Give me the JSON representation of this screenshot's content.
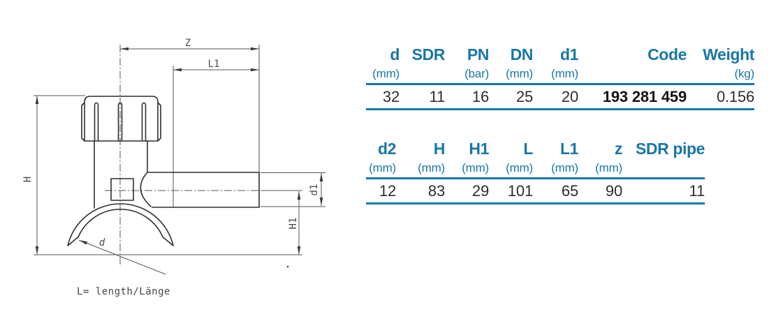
{
  "colors": {
    "accent_blue": "#1877A8",
    "value_text": "#2D2D2D",
    "drawing_line": "#3C3C3C"
  },
  "drawing": {
    "labels": {
      "z": "Z",
      "l1": "L1",
      "h": "H",
      "h1": "H1",
      "d1": "d1",
      "d": "d"
    },
    "caption": "L= length/Länge"
  },
  "spec_table_1": {
    "columns": [
      {
        "header": "d",
        "unit": "(mm)",
        "value": "32"
      },
      {
        "header": "SDR",
        "unit": "",
        "value": "11"
      },
      {
        "header": "PN",
        "unit": "(bar)",
        "value": "16"
      },
      {
        "header": "DN",
        "unit": "(mm)",
        "value": "25"
      },
      {
        "header": "d1",
        "unit": "(mm)",
        "value": "20"
      },
      {
        "header": "Code",
        "unit": "",
        "value": "193 281 459"
      },
      {
        "header": "Weight",
        "unit": "(kg)",
        "value": "0.156"
      }
    ]
  },
  "spec_table_2": {
    "columns": [
      {
        "header": "d2",
        "unit": "(mm)",
        "value": "12"
      },
      {
        "header": "H",
        "unit": "(mm)",
        "value": "83"
      },
      {
        "header": "H1",
        "unit": "(mm)",
        "value": "29"
      },
      {
        "header": "L",
        "unit": "(mm)",
        "value": "101"
      },
      {
        "header": "L1",
        "unit": "(mm)",
        "value": "65"
      },
      {
        "header": "z",
        "unit": "(mm)",
        "value": "90"
      },
      {
        "header": "SDR pipe",
        "unit": "",
        "value": "11"
      }
    ]
  }
}
